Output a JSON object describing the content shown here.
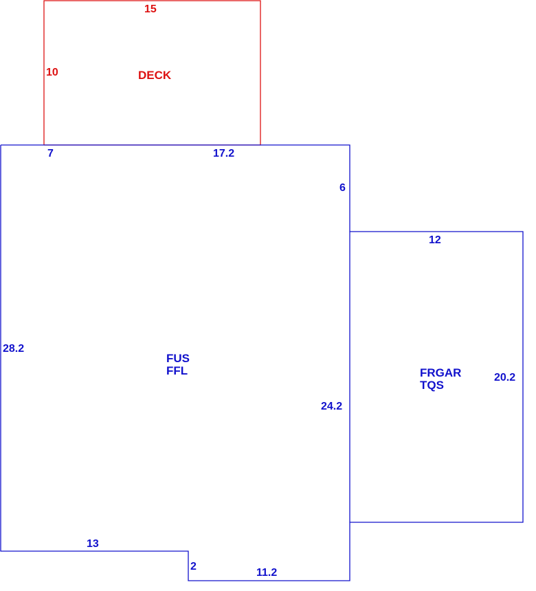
{
  "colors": {
    "deck": "#dd1111",
    "living": "#1111cc",
    "garage": "#1111cc",
    "background": "#ffffff"
  },
  "deck": {
    "label": "DECK",
    "dims": {
      "top": "15",
      "left": "10"
    }
  },
  "living": {
    "label_line1": "FUS",
    "label_line2": "FFL",
    "dims": {
      "top_left": "7",
      "top_right": "17.2",
      "right_upper": "6",
      "left": "28.2",
      "right_lower": "24.2",
      "bottom_left": "13",
      "notch": "2",
      "bottom_right": "11.2"
    }
  },
  "garage": {
    "label_line1": "FRGAR",
    "label_line2": "TQS",
    "dims": {
      "top": "12",
      "right": "20.2"
    }
  }
}
